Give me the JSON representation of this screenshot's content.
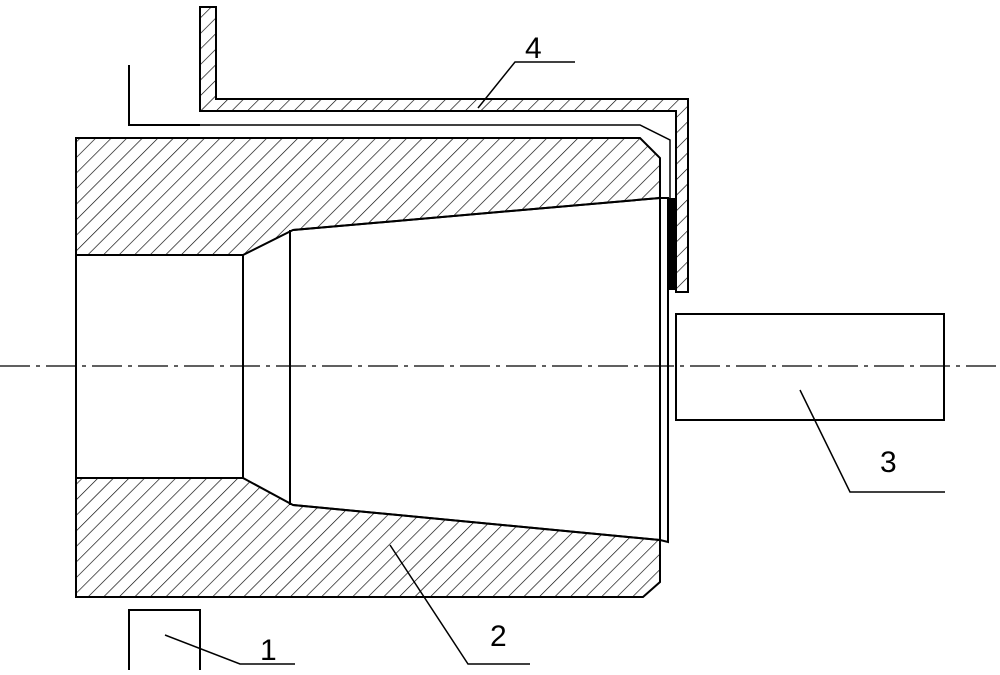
{
  "labels": {
    "part1": "1",
    "part2": "2",
    "part3": "3",
    "part4": "4"
  },
  "colors": {
    "stroke": "#000000",
    "background": "#ffffff",
    "hatch": "#000000"
  }
}
